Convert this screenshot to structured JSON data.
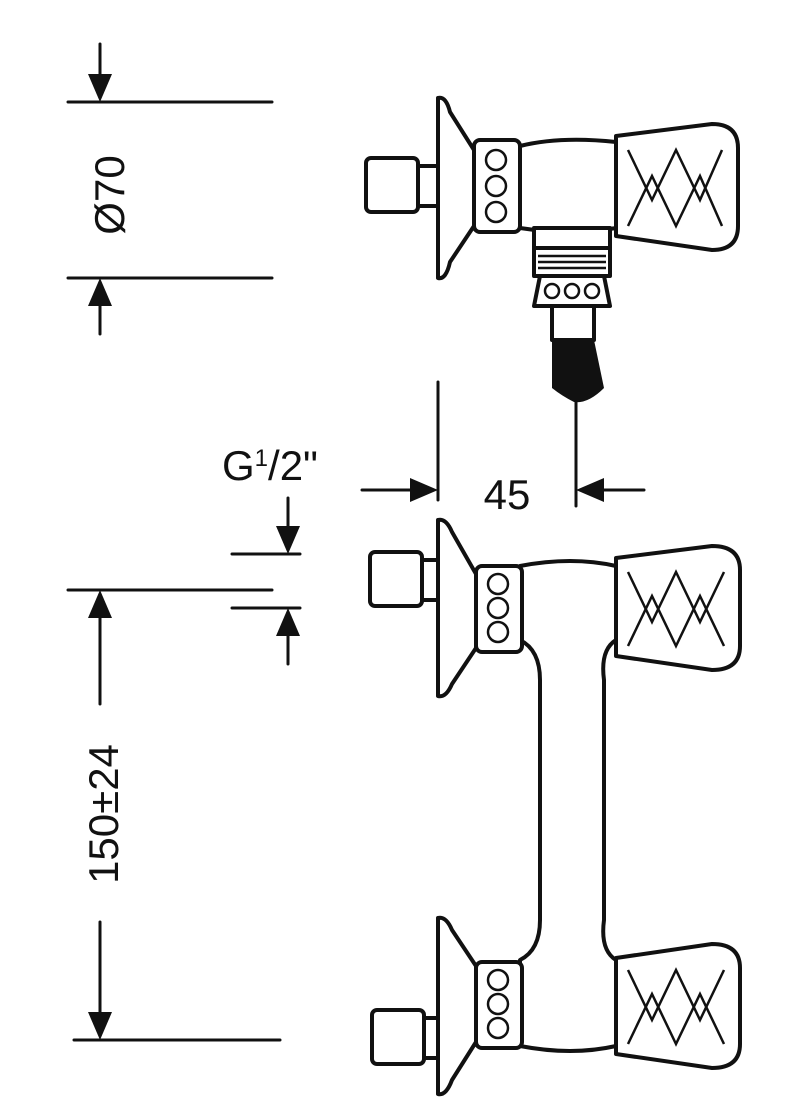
{
  "dimensions": {
    "diameter_label": "Ø70",
    "offset_label": "45",
    "thread_main": "G",
    "thread_num": "1",
    "thread_den": "/2\"",
    "distance_label": "150±24"
  },
  "colors": {
    "line": "#111111",
    "background": "#ffffff"
  }
}
